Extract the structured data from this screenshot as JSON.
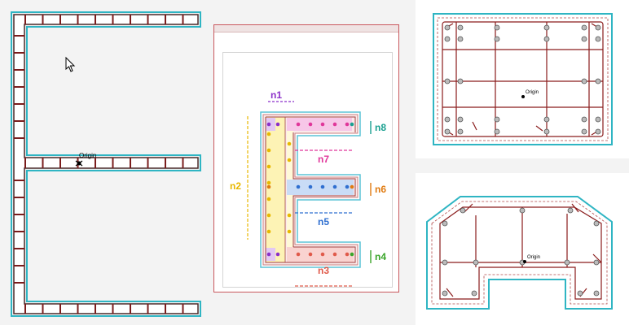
{
  "canvas": {
    "origin_label": "Origin"
  },
  "help_figure": {
    "labels": {
      "n1": "n1",
      "n2": "n2",
      "n3": "n3",
      "n4": "n4",
      "n5": "n5",
      "n6": "n6",
      "n7": "n7",
      "n8": "n8"
    },
    "colors": {
      "n1": "#8b2fc9",
      "n2": "#e8b800",
      "n3": "#e05a4a",
      "n4": "#3aa52a",
      "n5": "#2f6fd0",
      "n6": "#e07a10",
      "n7": "#e0369a",
      "n8": "#1aa090"
    }
  },
  "preview_rect": {
    "origin_label": "Origin"
  },
  "preview_shape": {
    "origin_label": "Origin"
  }
}
